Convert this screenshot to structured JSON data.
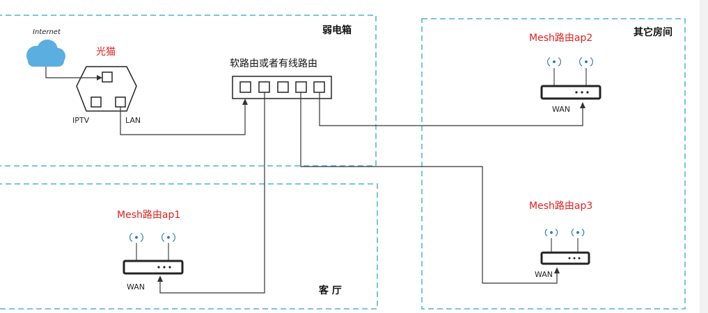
{
  "zones": {
    "weak_box": "弱电箱",
    "other_rooms": "其它房间",
    "living_room": "客 厅"
  },
  "devices": {
    "internet": "Internet",
    "modem": "光猫",
    "modem_iptv": "IPTV",
    "modem_lan": "LAN",
    "main_router": "软路由或者有线路由",
    "ap1": {
      "name": "Mesh路由ap1",
      "port": "WAN"
    },
    "ap2": {
      "name": "Mesh路由ap2",
      "port": "WAN"
    },
    "ap3": {
      "name": "Mesh路由ap3",
      "port": "WAN"
    }
  },
  "colors": {
    "zone_border": "#4ab0d8",
    "accent_red": "#e02020",
    "cloud": "#5aaee0",
    "line": "#333333",
    "wifi": "#2a7fc0"
  }
}
